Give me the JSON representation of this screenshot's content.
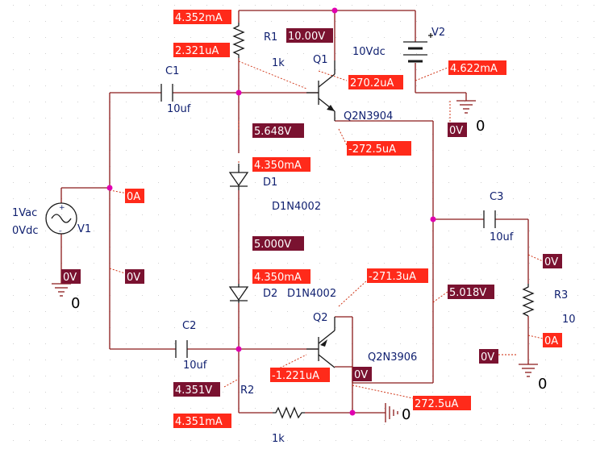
{
  "colors": {
    "current_marker": "#ff2a1a",
    "voltage_marker": "#7a1230",
    "wire": "#8b1a1a",
    "component": "#1a1a1a",
    "junction": "#e000b0",
    "label": "#102070"
  },
  "components": {
    "r1": {
      "name": "R1",
      "value": "1k"
    },
    "r2": {
      "name": "R2",
      "value": "1k"
    },
    "r3": {
      "name": "R3",
      "value": "10"
    },
    "c1": {
      "name": "C1",
      "value": "10uf"
    },
    "c2": {
      "name": "C2",
      "value": "10uf"
    },
    "c3": {
      "name": "C3",
      "value": "10uf"
    },
    "d1": {
      "name": "D1",
      "model": "D1N4002"
    },
    "d2": {
      "name": "D2",
      "model": "D1N4002"
    },
    "q1": {
      "name": "Q1",
      "model": "Q2N3904"
    },
    "q2": {
      "name": "Q2",
      "model": "Q2N3906"
    },
    "v1": {
      "name": "V1",
      "ac": "1Vac",
      "dc": "0Vdc"
    },
    "v2": {
      "name": "V2",
      "value": "10Vdc"
    }
  },
  "ground_labels": [
    "0",
    "0",
    "0",
    "0"
  ],
  "markers": [
    {
      "id": "i_r1",
      "kind": "current",
      "text": "4.352mA"
    },
    {
      "id": "v_top",
      "kind": "voltage",
      "text": "10.00V"
    },
    {
      "id": "i_q1_base",
      "kind": "current",
      "text": "2.321uA"
    },
    {
      "id": "i_q1_collector",
      "kind": "current",
      "text": "270.2uA"
    },
    {
      "id": "i_v2",
      "kind": "current",
      "text": "4.622mA"
    },
    {
      "id": "v_gnd_v2",
      "kind": "voltage",
      "text": "0V"
    },
    {
      "id": "v_q1_base",
      "kind": "voltage",
      "text": "5.648V"
    },
    {
      "id": "i_q1_emitter",
      "kind": "current",
      "text": "-272.5uA"
    },
    {
      "id": "i_d1",
      "kind": "current",
      "text": "4.350mA"
    },
    {
      "id": "i_v1",
      "kind": "current",
      "text": "0A"
    },
    {
      "id": "v_mid",
      "kind": "voltage",
      "text": "5.000V"
    },
    {
      "id": "v_out_c3",
      "kind": "voltage",
      "text": "0V"
    },
    {
      "id": "v_gnd_v1",
      "kind": "voltage",
      "text": "0V"
    },
    {
      "id": "v_input",
      "kind": "voltage",
      "text": "0V"
    },
    {
      "id": "i_d2",
      "kind": "current",
      "text": "4.350mA"
    },
    {
      "id": "i_q2_emitter",
      "kind": "current",
      "text": "-271.3uA"
    },
    {
      "id": "v_output_node",
      "kind": "voltage",
      "text": "5.018V"
    },
    {
      "id": "i_r3",
      "kind": "current",
      "text": "0A"
    },
    {
      "id": "v_gnd_r3",
      "kind": "voltage",
      "text": "0V"
    },
    {
      "id": "i_q2_base",
      "kind": "current",
      "text": "-1.221uA"
    },
    {
      "id": "v_q2_collector",
      "kind": "voltage",
      "text": "0V"
    },
    {
      "id": "v_q2_base",
      "kind": "voltage",
      "text": "4.351V"
    },
    {
      "id": "i_q2_collector",
      "kind": "current",
      "text": "272.5uA"
    },
    {
      "id": "i_r2",
      "kind": "current",
      "text": "4.351mA"
    }
  ]
}
